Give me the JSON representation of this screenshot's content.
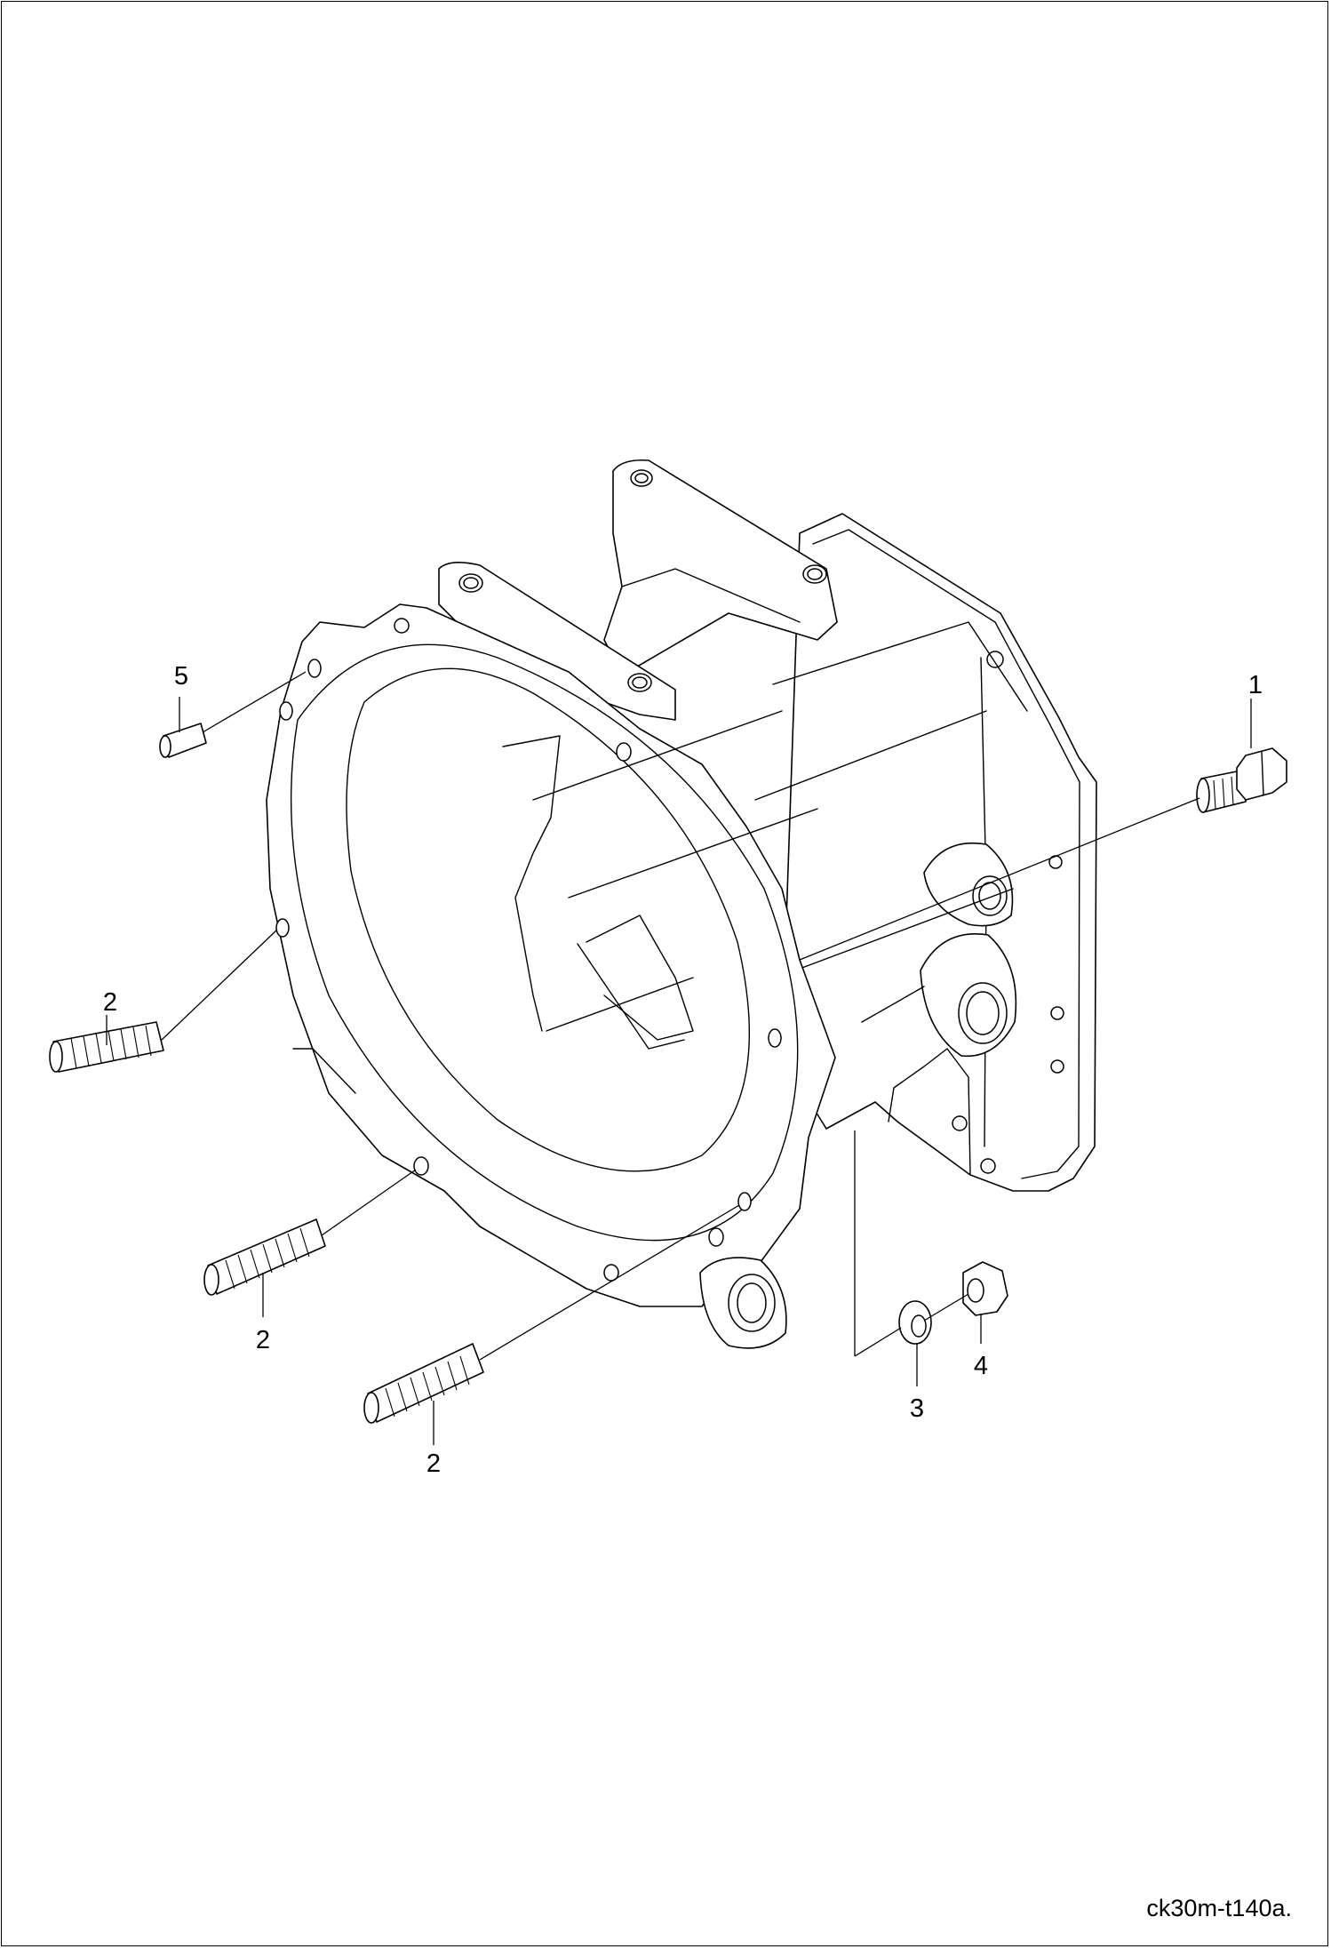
{
  "diagram": {
    "drawing_code": "ck30m-t140a.",
    "callouts": [
      {
        "id": "callout-1",
        "label": "1"
      },
      {
        "id": "callout-2a",
        "label": "2"
      },
      {
        "id": "callout-2b",
        "label": "2"
      },
      {
        "id": "callout-2c",
        "label": "2"
      },
      {
        "id": "callout-3",
        "label": "3"
      },
      {
        "id": "callout-4",
        "label": "4"
      },
      {
        "id": "callout-5",
        "label": "5"
      }
    ]
  }
}
